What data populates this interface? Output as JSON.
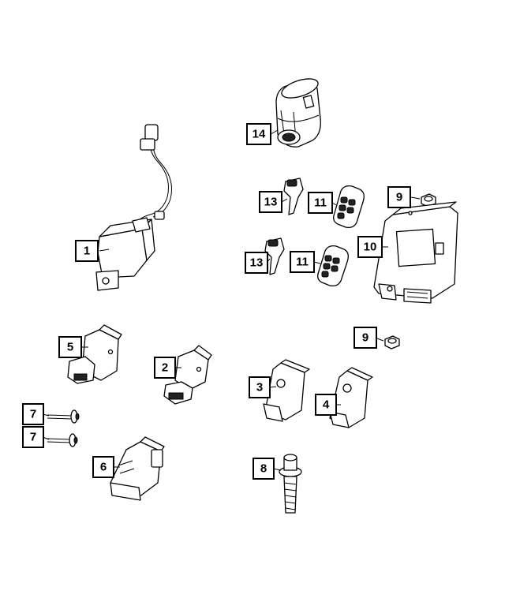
{
  "callouts": {
    "c1": "1",
    "c2": "2",
    "c3": "3",
    "c4": "4",
    "c5": "5",
    "c6": "6",
    "c7a": "7",
    "c7b": "7",
    "c8": "8",
    "c9a": "9",
    "c9b": "9",
    "c10": "10",
    "c11a": "11",
    "c11b": "11",
    "c13a": "13",
    "c13b": "13",
    "c14": "14"
  }
}
